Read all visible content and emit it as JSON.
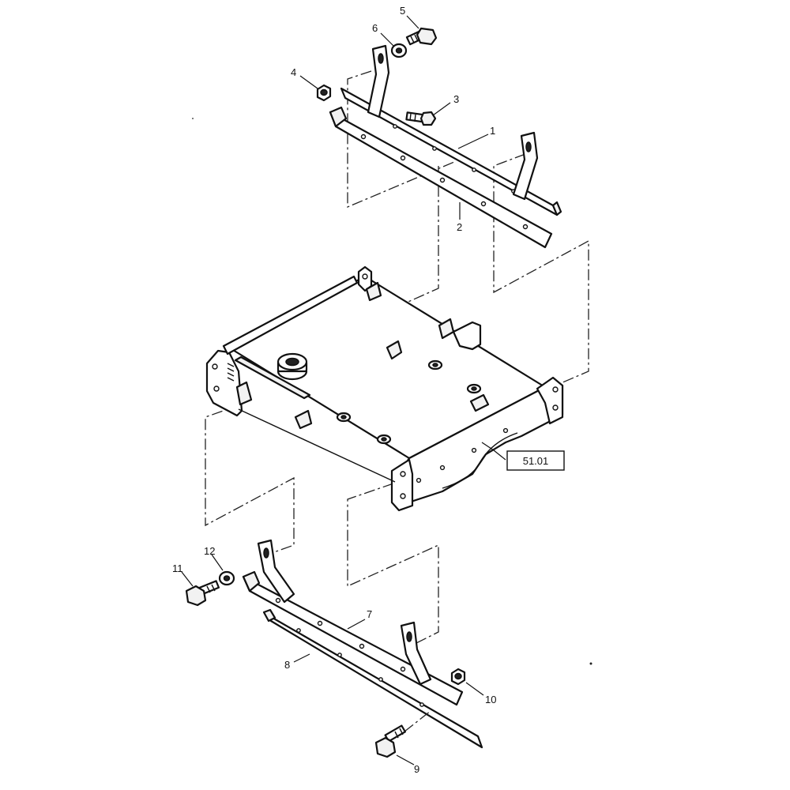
{
  "callouts": [
    {
      "id": "1",
      "label": "1"
    },
    {
      "id": "2",
      "label": "2"
    },
    {
      "id": "3",
      "label": "3"
    },
    {
      "id": "4",
      "label": "4"
    },
    {
      "id": "5",
      "label": "5"
    },
    {
      "id": "6",
      "label": "6"
    },
    {
      "id": "7",
      "label": "7"
    },
    {
      "id": "8",
      "label": "8"
    },
    {
      "id": "9",
      "label": "9"
    },
    {
      "id": "10",
      "label": "10"
    },
    {
      "id": "11",
      "label": "11"
    },
    {
      "id": "12",
      "label": "12"
    }
  ],
  "reference": {
    "label": "51.01"
  }
}
